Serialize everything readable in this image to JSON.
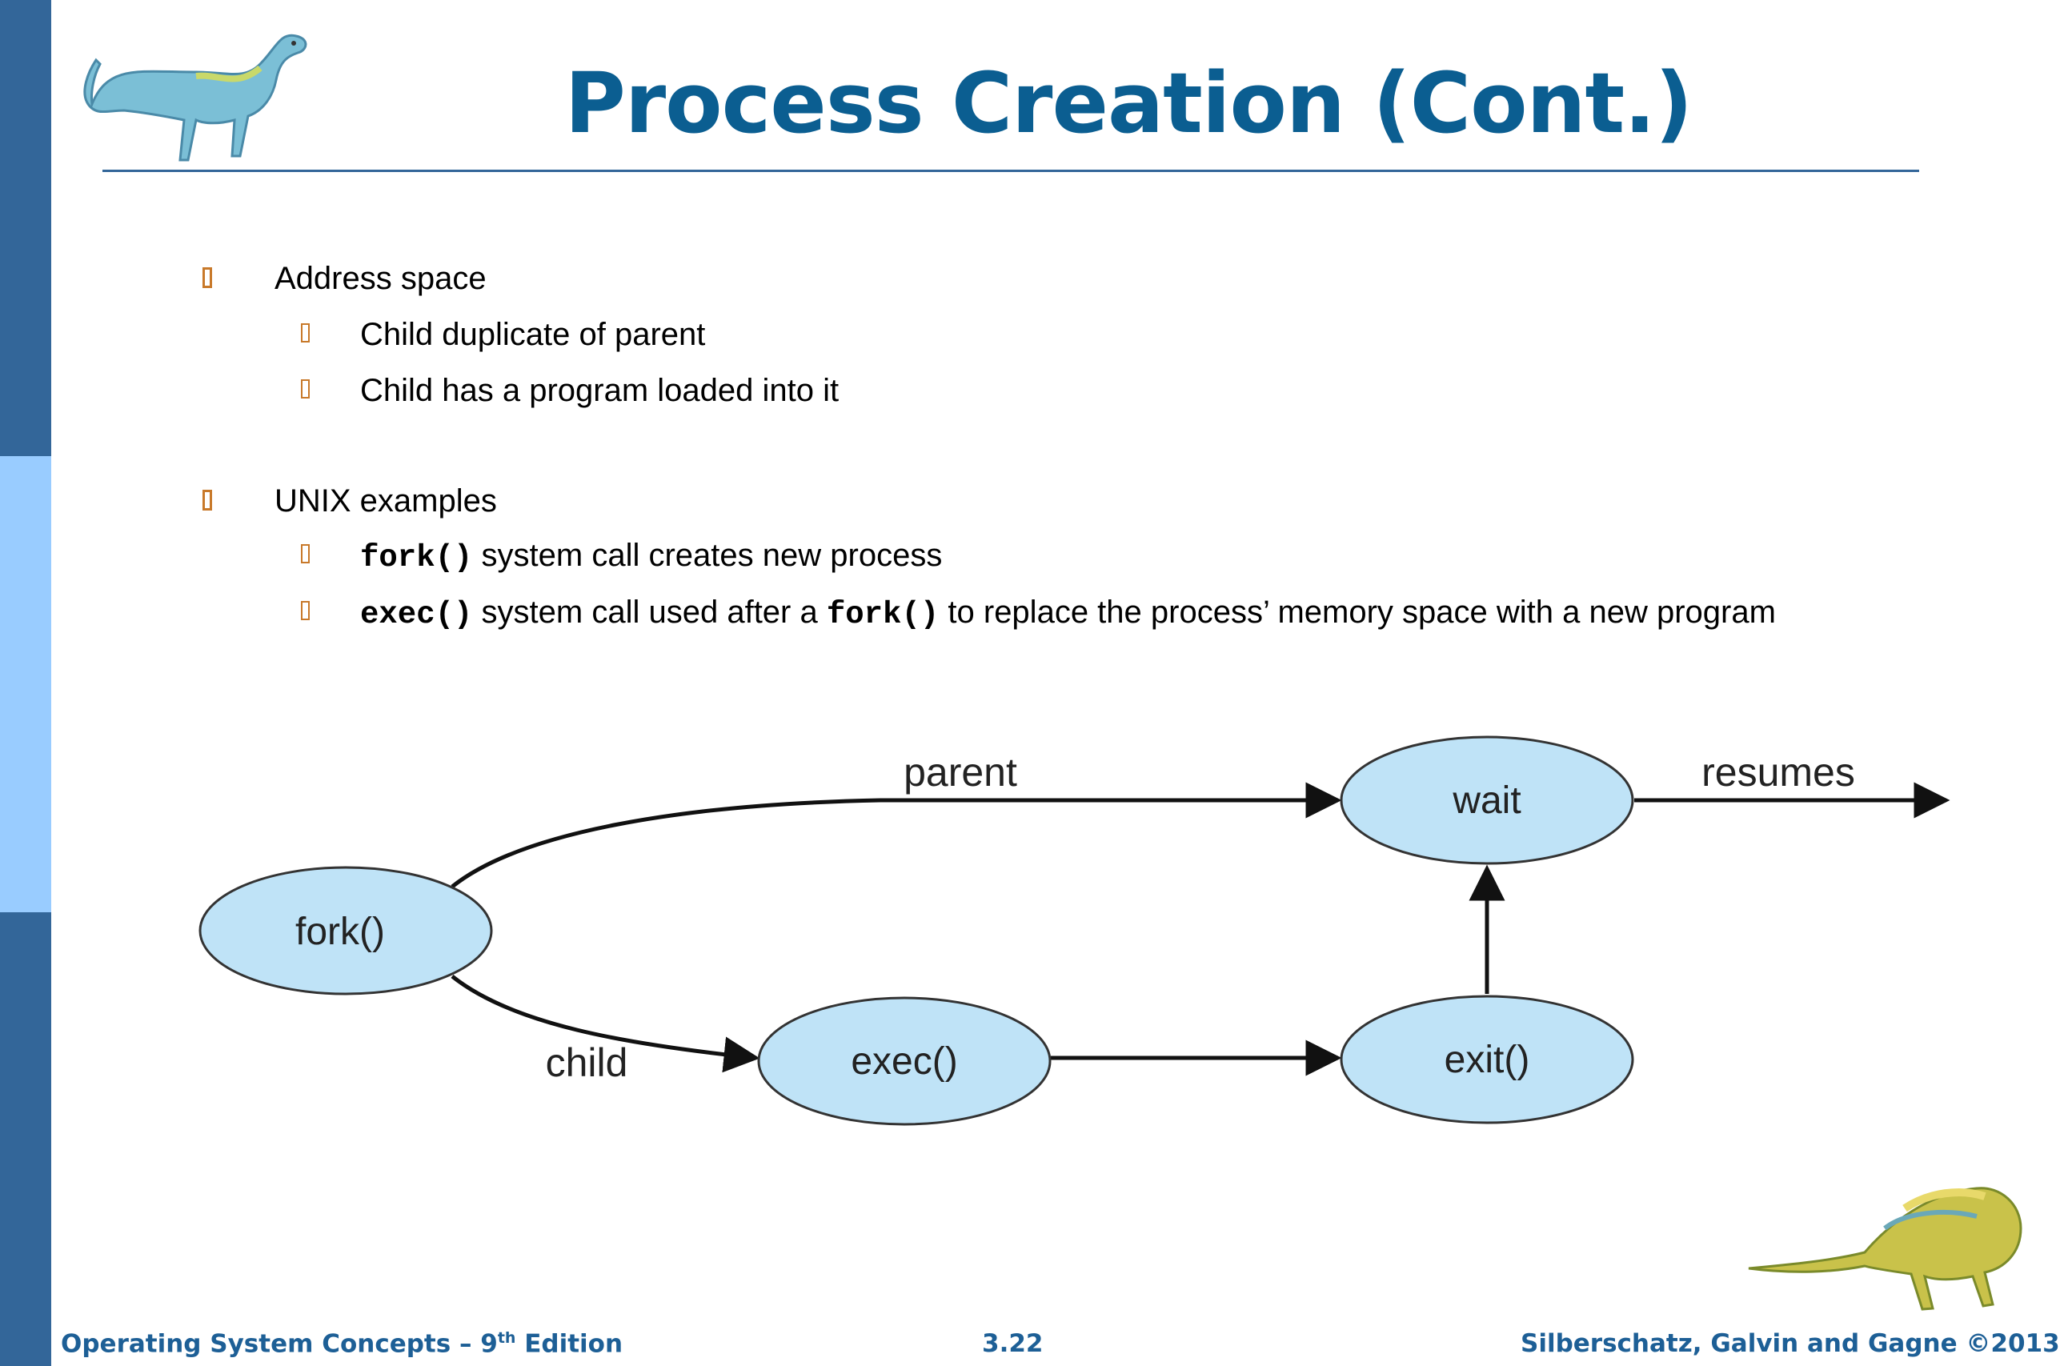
{
  "slide": {
    "title": "Process Creation (Cont.)",
    "bullets": [
      {
        "text": "Address space",
        "sub": [
          {
            "text": "Child duplicate of parent"
          },
          {
            "text": "Child has a program loaded into it"
          }
        ]
      },
      {
        "text": "UNIX examples",
        "sub": [
          {
            "code1": "fork()",
            "text1": " system call creates new process"
          },
          {
            "code1": "exec()",
            "text1": " system call used after a ",
            "code2": "fork()",
            "text2": " to replace the process’ memory space with a new program"
          }
        ]
      }
    ]
  },
  "diagram": {
    "nodes": {
      "fork": "fork()",
      "exec": "exec()",
      "exit": "exit()",
      "wait": "wait"
    },
    "edge_labels": {
      "parent": "parent",
      "child": "child",
      "resumes": "resumes"
    }
  },
  "footer": {
    "left_prefix": "Operating System Concepts – 9",
    "left_sup": "th",
    "left_suffix": " Edition",
    "center": "3.22",
    "right": "Silberschatz, Galvin and Gagne ©2013"
  },
  "colors": {
    "title": "#0b5e91",
    "sidebar_dark": "#336699",
    "sidebar_light": "#99ccff",
    "bullet_marker": "#c8792a",
    "node_fill": "#bfe3f7"
  }
}
